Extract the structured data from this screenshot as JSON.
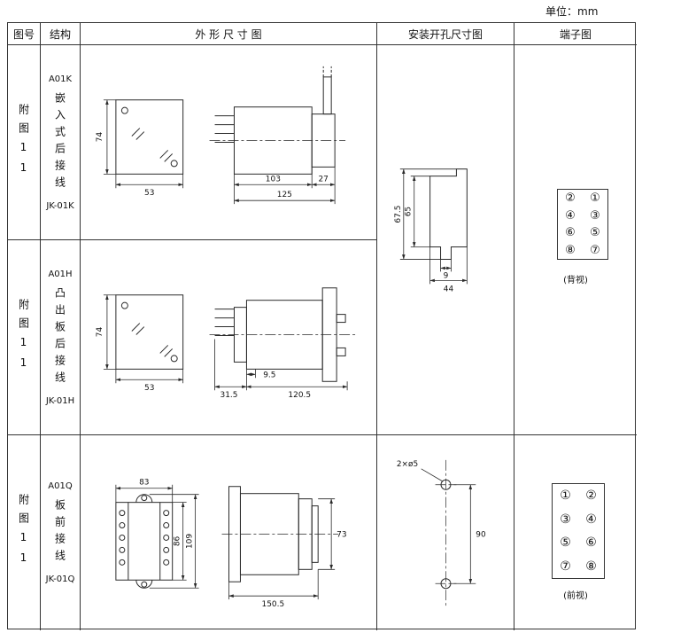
{
  "page": {
    "unit": "单位：mm"
  },
  "header": {
    "col_fig": "图号",
    "col_structure": "结构",
    "col_outline": "外 形 尺 寸 图",
    "col_mounting": "安装开孔尺寸图",
    "col_terminal": "端子图"
  },
  "rows": [
    {
      "fig": "附图11",
      "model": "A01K",
      "desc": "嵌入式后接线",
      "code": "JK-01K",
      "dims": {
        "height": "74",
        "width": "53",
        "body": "103",
        "tail": "27",
        "total": "125"
      }
    },
    {
      "fig": "附图11",
      "model": "A01H",
      "desc": "凸出板后接线",
      "code": "JK-01H",
      "dims": {
        "height": "74",
        "width": "53",
        "front": "31.5",
        "gap": "9.5",
        "body": "120.5"
      }
    },
    {
      "fig": "附图11",
      "model": "A01Q",
      "desc": "板前接线",
      "code": "JK-01Q",
      "dims": {
        "width": "83",
        "inner_h": "86",
        "outer_h": "109",
        "depth": "73",
        "total": "150.5"
      }
    }
  ],
  "mounting_kh": {
    "outer_h": "67.5",
    "inner_h": "65",
    "tab": "9",
    "width": "44"
  },
  "mounting_q": {
    "holes": "2×ø5",
    "spacing": "90"
  },
  "terminal_rear": {
    "labels": [
      "②",
      "①",
      "④",
      "③",
      "⑥",
      "⑤",
      "⑧",
      "⑦"
    ],
    "caption": "(背视)"
  },
  "terminal_front": {
    "labels": [
      "①",
      "②",
      "③",
      "④",
      "⑤",
      "⑥",
      "⑦",
      "⑧"
    ],
    "caption": "(前视)"
  }
}
